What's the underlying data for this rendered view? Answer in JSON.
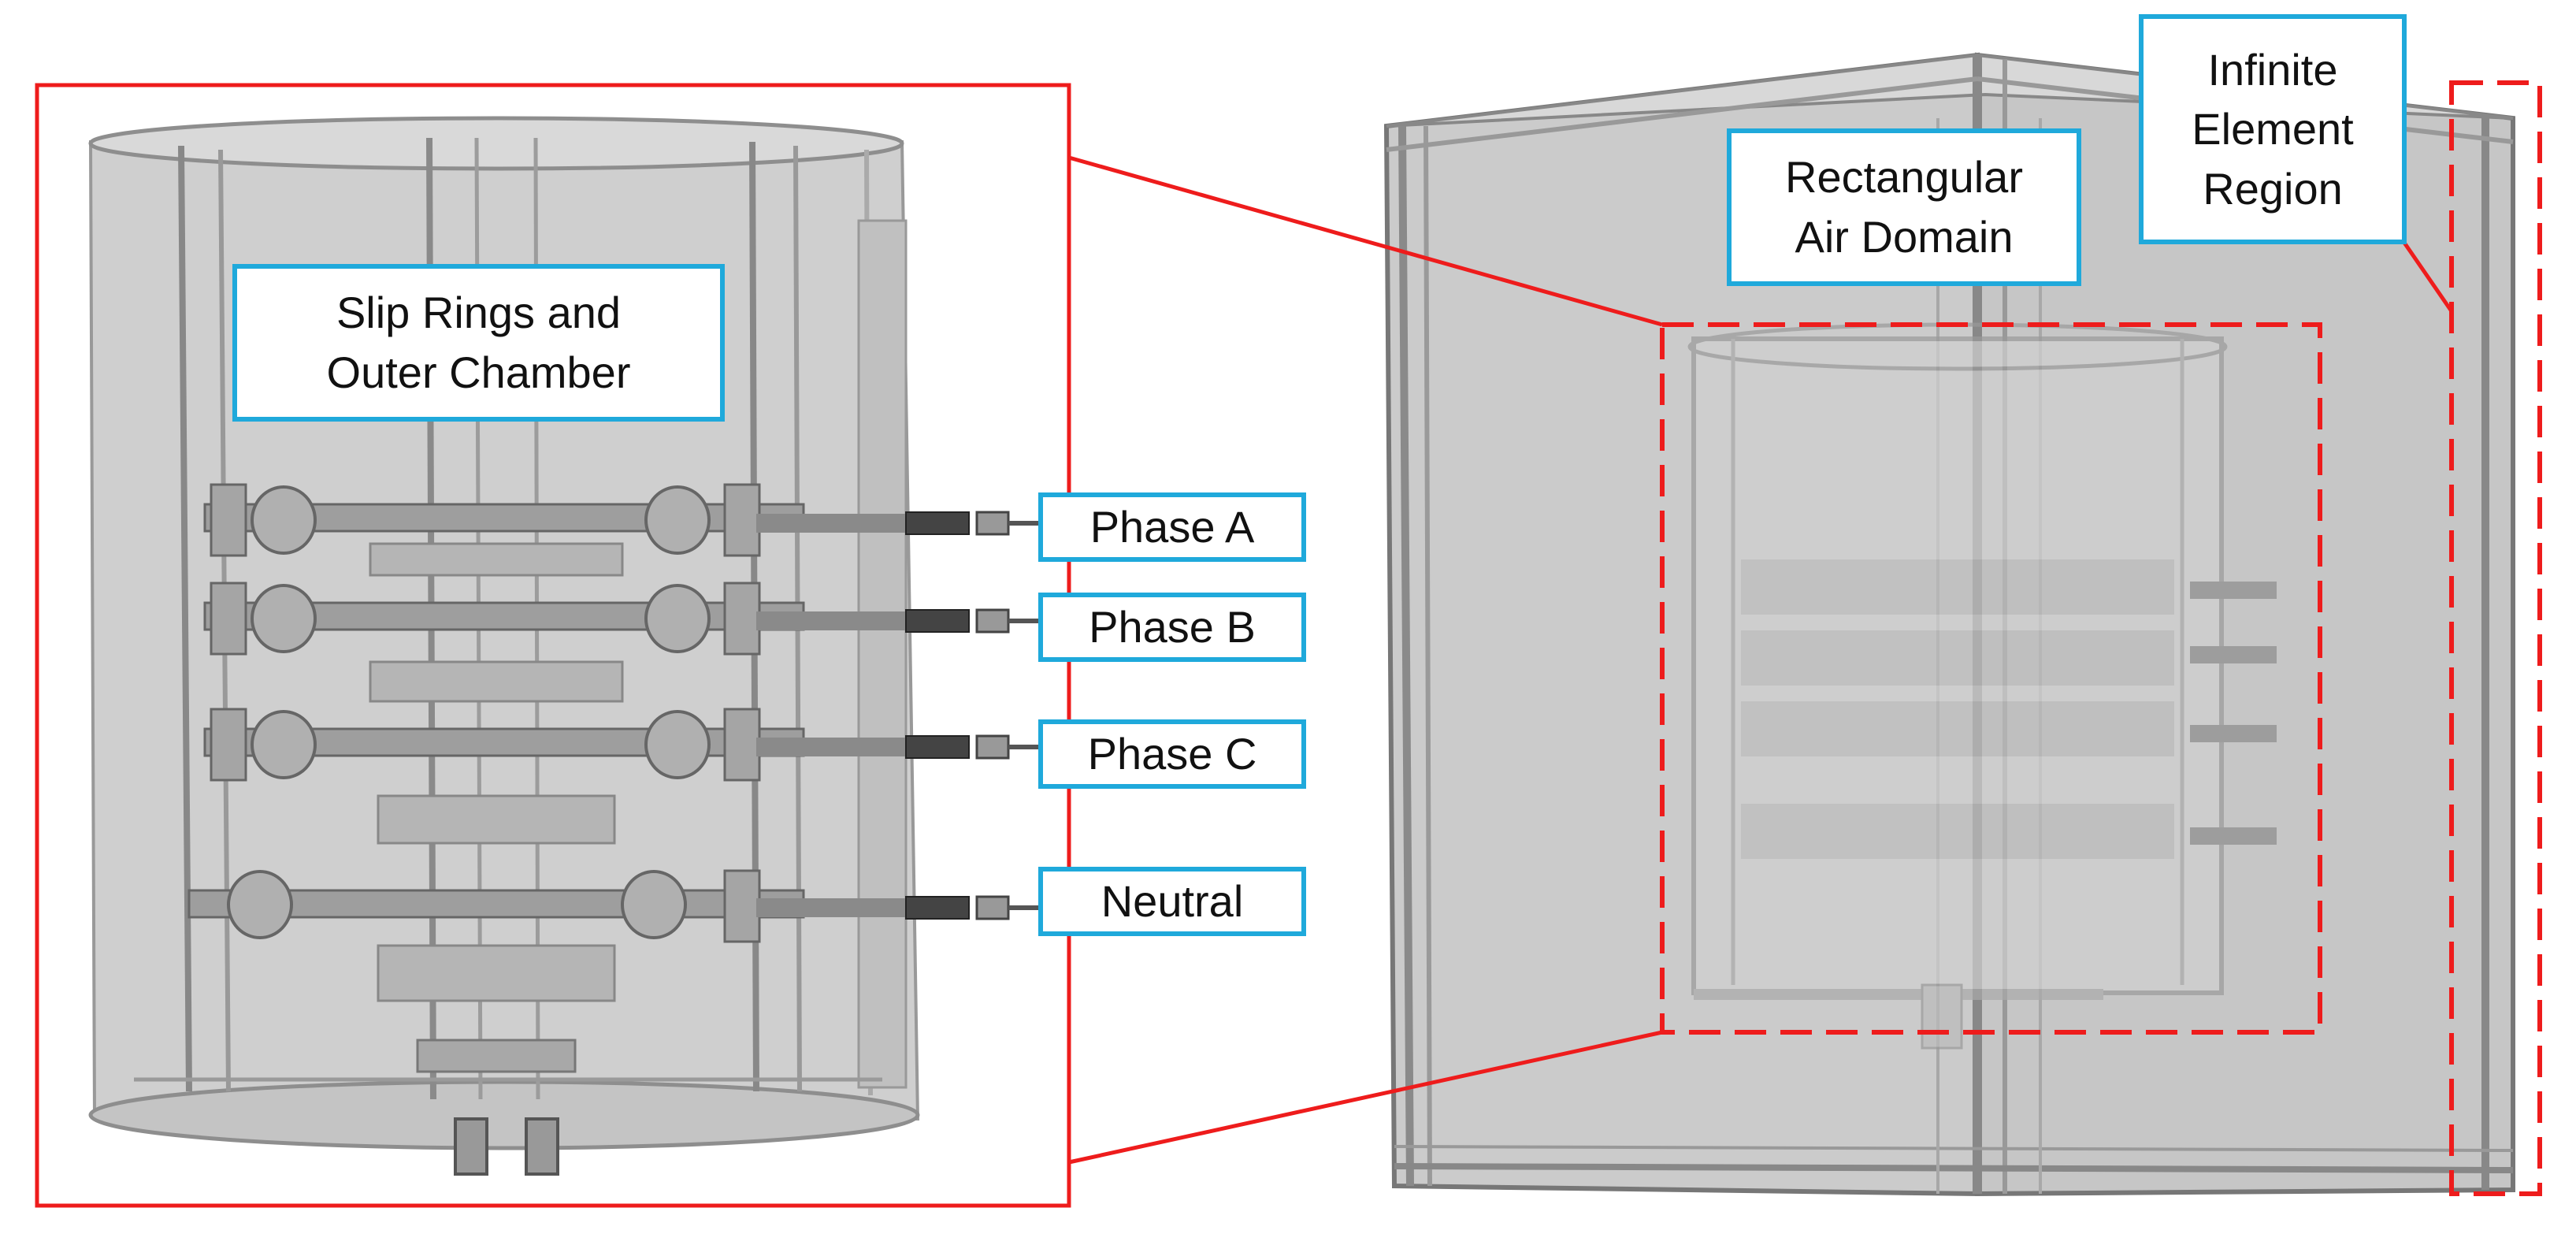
{
  "labels": {
    "slip_rings": "Slip Rings and\nOuter Chamber",
    "phase_a": "Phase A",
    "phase_b": "Phase B",
    "phase_c": "Phase C",
    "neutral": "Neutral",
    "air_domain": "Rectangular\nAir Domain",
    "infinite_element": "Infinite\nElement\nRegion"
  },
  "colors": {
    "callout_border": "#1fa9db",
    "highlight": "#ee1c1c",
    "model_fill": "#c8c8c8",
    "model_edge": "#6e6e6e"
  }
}
